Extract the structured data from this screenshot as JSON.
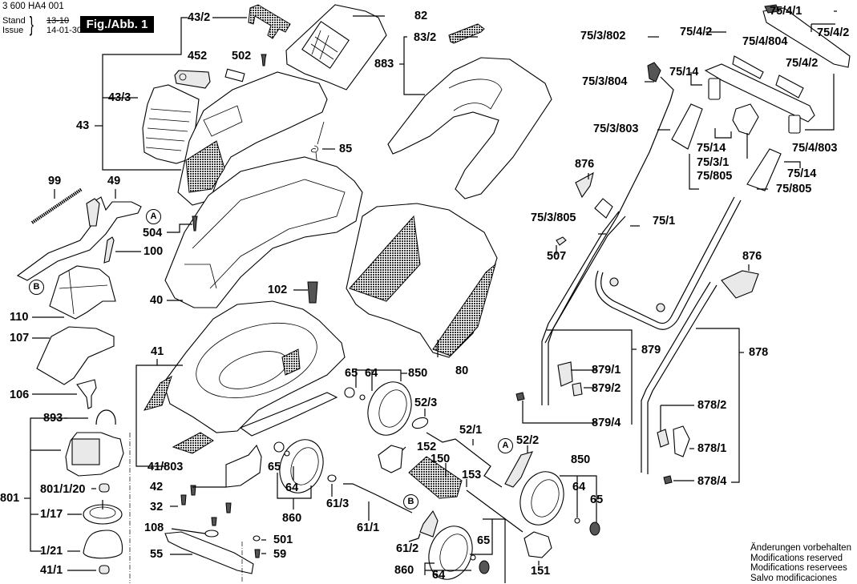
{
  "header": {
    "document_number": "3 600 HA4 001",
    "stand_label": "Stand",
    "issue_label": "Issue",
    "date_superseded": "13-10",
    "date_issue": "14-01-30",
    "figure_label": "Fig./Abb. 1"
  },
  "callouts": {
    "p43_2": "43/2",
    "p452": "452",
    "p502": "502",
    "p43_3": "43/3",
    "p43": "43",
    "p82": "82",
    "p83_2": "83/2",
    "p883": "883",
    "p85": "85",
    "p99": "99",
    "p49": "49",
    "p504": "504",
    "p100": "100",
    "p110": "110",
    "p107": "107",
    "p40": "40",
    "p102": "102",
    "p41": "41",
    "p106": "106",
    "p893": "893",
    "p801": "801",
    "p801_1_20": "801/1/20",
    "p1_17": "1/17",
    "p1_21": "1/21",
    "p41_1": "41/1",
    "p41_803": "41/803",
    "p42": "42",
    "p32": "32",
    "p108": "108",
    "p55": "55",
    "p501": "501",
    "p59": "59",
    "p80": "80",
    "p65a": "65",
    "p64a": "64",
    "p850a": "850",
    "p52_3": "52/3",
    "p52_1": "52/1",
    "p52_2": "52/2",
    "p152": "152",
    "p150": "150",
    "p153": "153",
    "p65b": "65",
    "p64b": "64",
    "p860a": "860",
    "p61_3": "61/3",
    "p61_1": "61/1",
    "p61_2": "61/2",
    "p65c": "65",
    "p860b": "860",
    "p64c": "64",
    "p151": "151",
    "p850b": "850",
    "p64d": "64",
    "p65d": "65",
    "p75_3_802": "75/3/802",
    "p75_3_804": "75/3/804",
    "p75_3_803": "75/3/803",
    "p876a": "876",
    "p75_3_805": "75/3/805",
    "p507": "507",
    "p75_1": "75/1",
    "p876b": "876",
    "p75_4_1": "75/4/1",
    "p75_4_2a": "75/4/2",
    "p75_4_2b": "75/4/2",
    "p75_4_804": "75/4/804",
    "p75_4_2c": "75/4/2",
    "p75_14a": "75/14",
    "p75_14b": "75/14",
    "p75_3_1": "75/3/1",
    "p75_805a": "75/805",
    "p75_4_803": "75/4/803",
    "p75_14c": "75/14",
    "p75_805b": "75/805",
    "p879": "879",
    "p879_1": "879/1",
    "p879_2": "879/2",
    "p879_4": "879/4",
    "p878": "878",
    "p878_2": "878/2",
    "p878_1": "878/1",
    "p878_4": "878/4"
  },
  "connectors": {
    "a1": "A",
    "a2": "A",
    "b1": "B",
    "b2": "B"
  },
  "footer_notes": [
    "Änderungen vorbehalten",
    "Modifications reserved",
    "Modifications reservees",
    "Salvo modificaciones"
  ]
}
